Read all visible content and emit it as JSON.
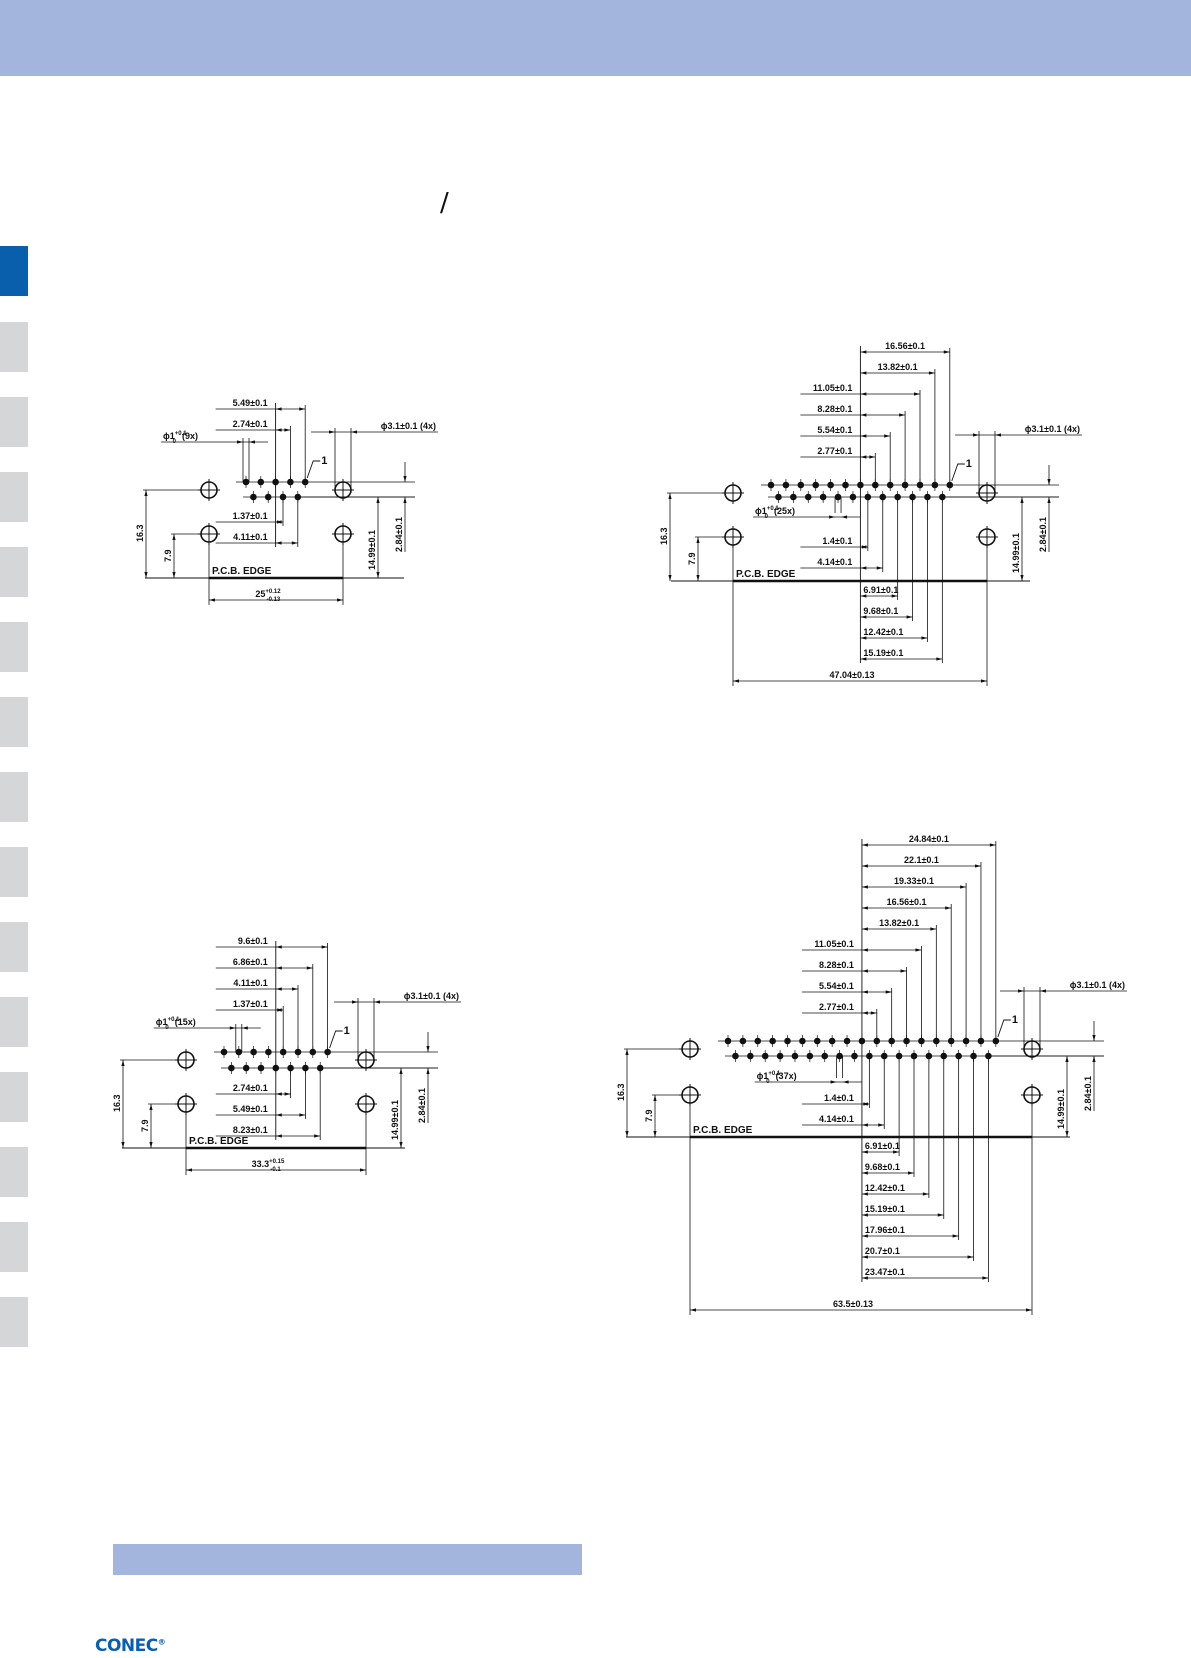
{
  "header": {
    "slash": "/"
  },
  "footer": {
    "logo": "CONEC",
    "logo_mark": "®"
  },
  "drawings": [
    {
      "pins": 9,
      "phi_pin": {
        "main": "ϕ1",
        "up": "+0.1",
        "low": "0",
        "count": "(9x)"
      },
      "phi_hole": "ϕ3.1±0.1 (4x)",
      "callout": "1",
      "pcb_edge": "P.C.B. EDGE",
      "left_dims": [
        "16.3",
        "7.9"
      ],
      "right_dims": [
        "14.99±0.1",
        "2.84±0.1"
      ],
      "top_dims": [
        "2.74±0.1",
        "5.49±0.1"
      ],
      "bottom_dims_inner": [
        "1.37±0.1",
        "4.11±0.1"
      ],
      "bottom_dims_outer": [],
      "width": {
        "main": "25",
        "up": "+0.12",
        "low": "-0.13"
      }
    },
    {
      "pins": 25,
      "phi_pin": {
        "main": "ϕ1",
        "up": "+0.1",
        "low": "0",
        "count": "(25x)"
      },
      "phi_hole": "ϕ3.1±0.1 (4x)",
      "callout": "1",
      "pcb_edge": "P.C.B. EDGE",
      "left_dims": [
        "16.3",
        "7.9"
      ],
      "right_dims": [
        "14.99±0.1",
        "2.84±0.1"
      ],
      "top_dims": [
        "2.77±0.1",
        "5.54±0.1",
        "8.28±0.1",
        "11.05±0.1",
        "13.82±0.1",
        "16.56±0.1"
      ],
      "bottom_dims_inner": [
        "1.4±0.1",
        "4.14±0.1"
      ],
      "bottom_dims_outer": [
        "6.91±0.1",
        "9.68±0.1",
        "12.42±0.1",
        "15.19±0.1"
      ],
      "width": {
        "main": "47.04±0.13",
        "up": "",
        "low": ""
      }
    },
    {
      "pins": 15,
      "phi_pin": {
        "main": "ϕ1",
        "up": "+0.1",
        "low": "0",
        "count": "(15x)"
      },
      "phi_hole": "ϕ3.1±0.1 (4x)",
      "callout": "1",
      "pcb_edge": "P.C.B. EDGE",
      "left_dims": [
        "16.3",
        "7.9"
      ],
      "right_dims": [
        "14.99±0.1",
        "2.84±0.1"
      ],
      "top_dims": [
        "1.37±0.1",
        "4.11±0.1",
        "6.86±0.1",
        "9.6±0.1"
      ],
      "bottom_dims_inner": [
        "2.74±0.1",
        "5.49±0.1",
        "8.23±0.1"
      ],
      "bottom_dims_outer": [],
      "width": {
        "main": "33.3",
        "up": "+0.15",
        "low": "-0.1"
      }
    },
    {
      "pins": 37,
      "phi_pin": {
        "main": "ϕ1",
        "up": "+0.1",
        "low": "0",
        "count": "(37x)"
      },
      "phi_hole": "ϕ3.1±0.1 (4x)",
      "callout": "1",
      "pcb_edge": "P.C.B. EDGE",
      "left_dims": [
        "16.3",
        "7.9"
      ],
      "right_dims": [
        "14.99±0.1",
        "2.84±0.1"
      ],
      "top_dims": [
        "2.77±0.1",
        "5.54±0.1",
        "8.28±0.1",
        "11.05±0.1",
        "13.82±0.1",
        "16.56±0.1",
        "19.33±0.1",
        "22.1±0.1",
        "24.84±0.1"
      ],
      "bottom_dims_inner": [
        "1.4±0.1",
        "4.14±0.1"
      ],
      "bottom_dims_outer": [
        "6.91±0.1",
        "9.68±0.1",
        "12.42±0.1",
        "15.19±0.1",
        "17.96±0.1",
        "20.7±0.1",
        "23.47±0.1"
      ],
      "width": {
        "main": "63.5±0.13",
        "up": "",
        "low": ""
      }
    }
  ]
}
